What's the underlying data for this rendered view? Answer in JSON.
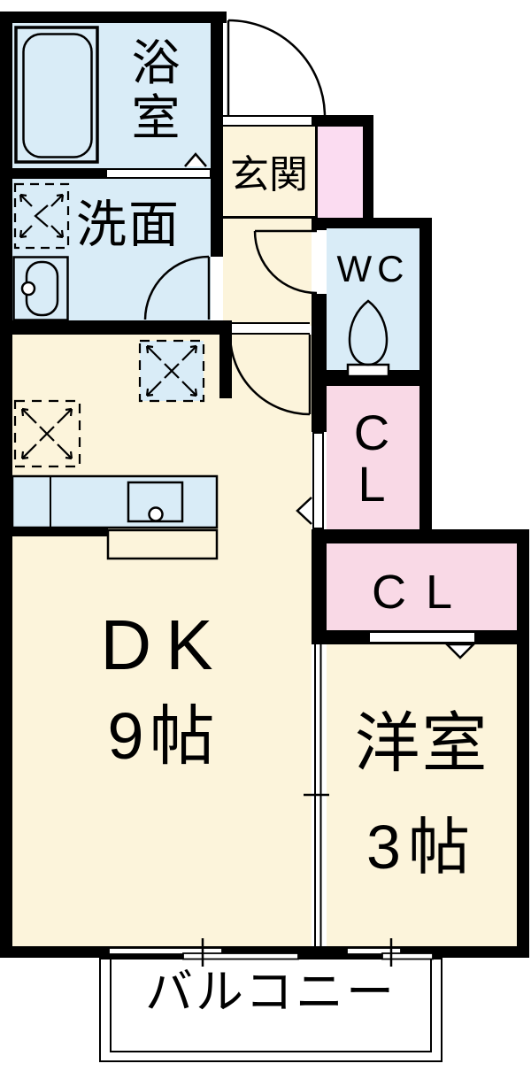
{
  "rooms": {
    "bathroom": {
      "label": "浴室"
    },
    "washroom": {
      "label": "洗面"
    },
    "entrance": {
      "label": "玄関"
    },
    "toilet_room": {
      "label": "WC"
    },
    "closet_hall": {
      "label": "CL"
    },
    "closet_bedroom": {
      "label": "CL"
    },
    "dining_kitchen": {
      "label": "DK",
      "size": "9帖"
    },
    "western_room": {
      "label": "洋室",
      "size": "3帖"
    },
    "balcony": {
      "label": "バルコニー"
    }
  },
  "colors": {
    "wet_area_blue": "#D9ECF7",
    "floor_cream": "#FCF4DB",
    "closet_pink": "#F9D9E6",
    "entrance_storage_pink": "#FBDCF1",
    "wall_black": "#000000",
    "background_white": "#FFFFFF"
  },
  "icons": [
    "bathtub-icon",
    "washbasin-icon",
    "toilet-icon",
    "kitchen-sink-icon",
    "refrigerator-space-icon",
    "washing-machine-space-icon",
    "entrance-door-swing-icon",
    "washroom-door-swing-icon",
    "wc-door-swing-icon",
    "hall-door-swing-icon",
    "sliding-door-icon",
    "sliding-window-icon",
    "fold-direction-chevron-icon"
  ]
}
